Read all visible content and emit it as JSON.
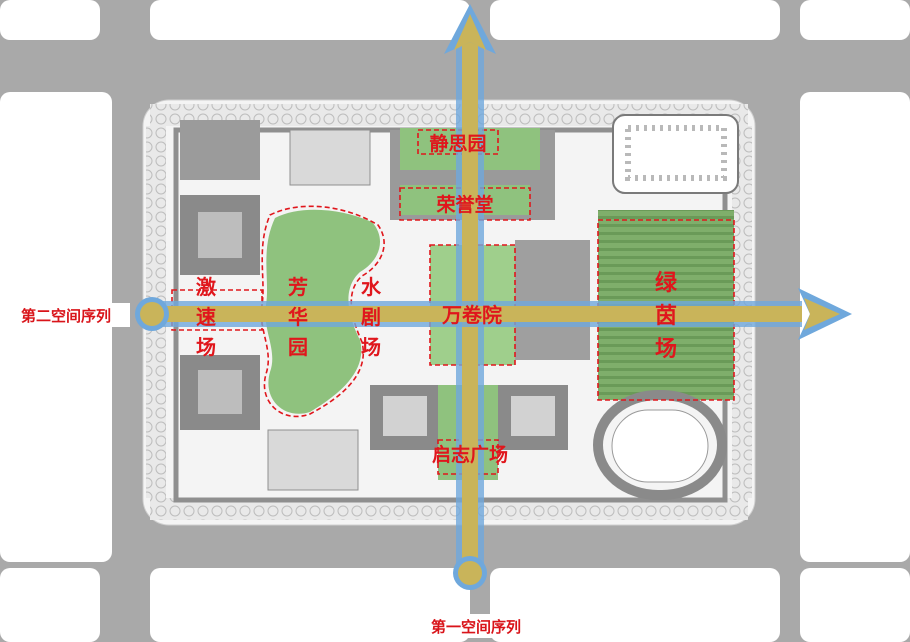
{
  "axes": {
    "primary_label": "第一空间序列",
    "secondary_label": "第二空间序列"
  },
  "zones": {
    "jingsi": "静思园",
    "rongyu": "荣誉堂",
    "wanjuan": "万卷院",
    "qizhi": "启志广场",
    "lvyin": [
      "绿",
      "茵",
      "场"
    ],
    "jisu": [
      "激",
      "速",
      "场"
    ],
    "fanghua": [
      "芳",
      "华",
      "园"
    ],
    "shuiju": [
      "水",
      "剧",
      "场"
    ]
  },
  "colors": {
    "road": "#a9a9a9",
    "green": "#8fc27e",
    "axis_gold": "#c9b45a",
    "axis_blue": "#6fa8dc",
    "label_red": "#e0161c",
    "dash_red": "#e0161c"
  }
}
